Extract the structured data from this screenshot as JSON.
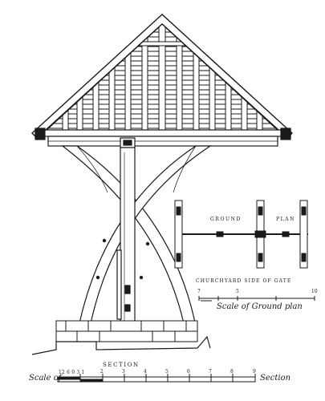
{
  "labels": {
    "ground": "GROUND",
    "plan": "PLAN",
    "churchyard_side": "CHURCHYARD SIDE OF GATE",
    "scale_ground_plan": "Scale of Ground plan",
    "section_title": "SECTION",
    "scale_of": "Scale of",
    "section_script": "Section"
  },
  "plan_scale": {
    "ticks": [
      "7",
      "5",
      "10"
    ]
  },
  "section_scale": {
    "left_ticks": "12 6 0 3 1",
    "ticks": [
      "2",
      "3",
      "4",
      "5",
      "6",
      "7",
      "8",
      "9"
    ]
  }
}
